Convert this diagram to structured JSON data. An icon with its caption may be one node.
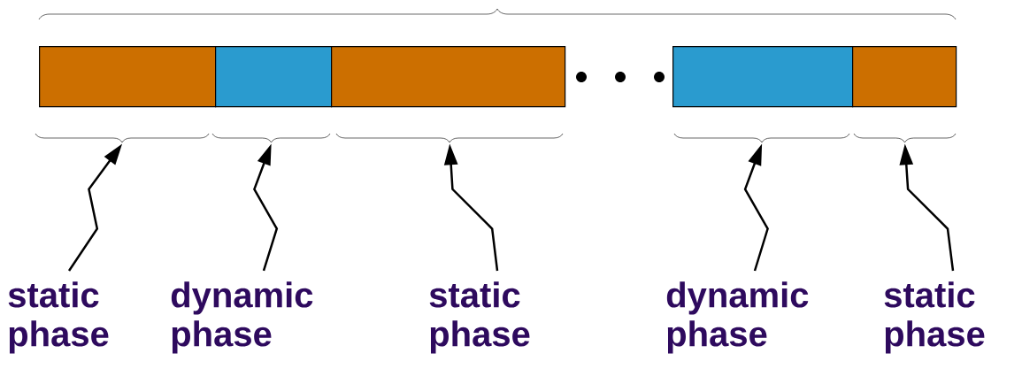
{
  "diagram": {
    "nodes": [
      {
        "text": [],
        "shape": "bar"
      },
      {
        "text": [],
        "shape": "bar"
      },
      {
        "text": [],
        "shape": "bar"
      },
      {
        "text": [],
        "shape": "bar"
      },
      {
        "text": [],
        "shape": "bar"
      },
      {
        "text": [],
        "shape": "brace"
      },
      {
        "text": [],
        "shape": "brace"
      },
      {
        "text": [],
        "shape": "brace"
      },
      {
        "text": [],
        "shape": "brace"
      },
      {
        "text": [],
        "shape": "brace"
      },
      {
        "text": [
          "static phase"
        ]
      },
      {
        "text": [
          "dynamic phase"
        ]
      },
      {
        "text": [
          "static phase"
        ]
      },
      {
        "text": [
          "dynamic phase"
        ]
      },
      {
        "text": [
          "static phase"
        ]
      }
    ],
    "edges": [
      {
        "from": 10,
        "to": 5,
        "arrow": "to"
      },
      {
        "from": 11,
        "to": 6,
        "arrow": "to"
      },
      {
        "from": 12,
        "to": 7,
        "arrow": "to"
      },
      {
        "from": 13,
        "to": 8,
        "arrow": "to"
      },
      {
        "from": 14,
        "to": 9,
        "arrow": "to"
      }
    ]
  }
}
